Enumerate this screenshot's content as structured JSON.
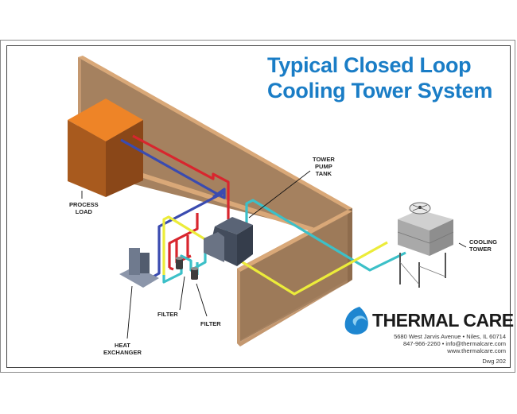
{
  "title": {
    "line1": "Typical Closed Loop",
    "line2": "Cooling Tower System"
  },
  "labels": {
    "process_load": [
      "PROCESS",
      "LOAD"
    ],
    "tower_pump_tank": [
      "TOWER",
      "PUMP",
      "TANK"
    ],
    "cooling_tower": [
      "COOLING",
      "TOWER"
    ],
    "filter_1": "FILTER",
    "filter_2": "FILTER",
    "heat_exchanger": [
      "HEAT",
      "EXCHANGER"
    ]
  },
  "company": {
    "name": "THERMAL CARE",
    "address": "5680 West Jarvis Avenue • Niles, IL 60714",
    "contact": "847-966-2260 • info@thermalcare.com",
    "website": "www.thermalcare.com",
    "drawing": "Dwg 202"
  },
  "colors": {
    "title": "#1a7dc6",
    "wall": "#a5815f",
    "wall_edge": "#d9a878",
    "process_load_top": "#ee8427",
    "process_load_side": "#a85a1e",
    "hot_pipe": "#d8262e",
    "cold_pipe": "#3a4bb0",
    "tower_supply_pipe": "#ecec3a",
    "tower_return_pipe": "#3cc0c8",
    "equipment": "#4b5566",
    "logo": "#1e86d0"
  }
}
